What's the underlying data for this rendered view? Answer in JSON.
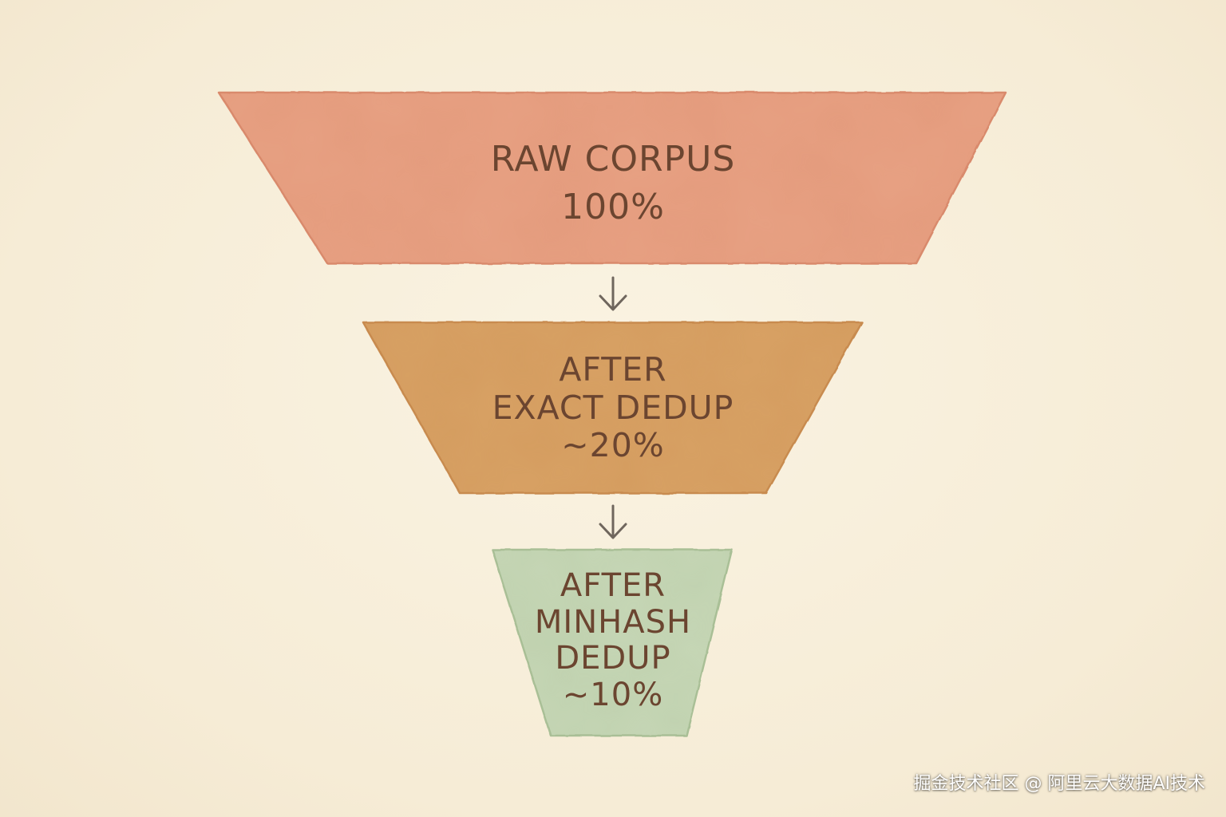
{
  "funnel": {
    "stages": [
      {
        "lines": [
          "RAW CORPUS",
          "100%"
        ],
        "percent": 100,
        "color": "#e8a284",
        "border": "#d98a6c"
      },
      {
        "lines": [
          "AFTER",
          "EXACT DEDUP",
          "~20%"
        ],
        "percent": 20,
        "color": "#d9a366",
        "border": "#c88b4f"
      },
      {
        "lines": [
          "AFTER",
          "MINHASH",
          "DEDUP",
          "~10%"
        ],
        "percent": 10,
        "color": "#c8d8b8",
        "border": "#a9bf96"
      }
    ],
    "arrow_color": "#6f665d",
    "text_color": "#6b4530"
  },
  "watermark": {
    "text": "掘金技术社区 @ 阿里云大数据AI技术"
  }
}
